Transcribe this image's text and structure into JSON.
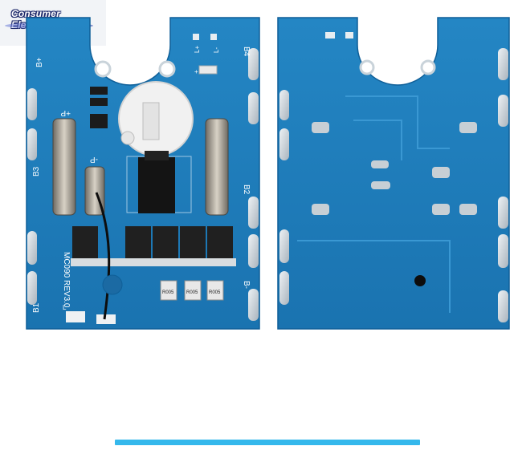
{
  "logo": {
    "line1": "Consumer",
    "line2": "Electronics"
  },
  "board_labels": {
    "b_plus": "B+",
    "b4": "B4",
    "b3": "B3",
    "b2": "B2",
    "b_minus": "B-",
    "b1": "B1",
    "p_plus": "+P",
    "p_minus": "-P",
    "model": "MC090 REV3.0",
    "res1": "R005",
    "res2": "R005",
    "res3": "R005",
    "led_plus": "+",
    "l_plus": "L+",
    "l_minus": "L-",
    "l_small": "L"
  },
  "colors": {
    "pcb": "#1f7fbd",
    "pcb_edge": "#0f5f98",
    "pad": "#cfd6dc",
    "accent_bar": "#35b8ec"
  }
}
